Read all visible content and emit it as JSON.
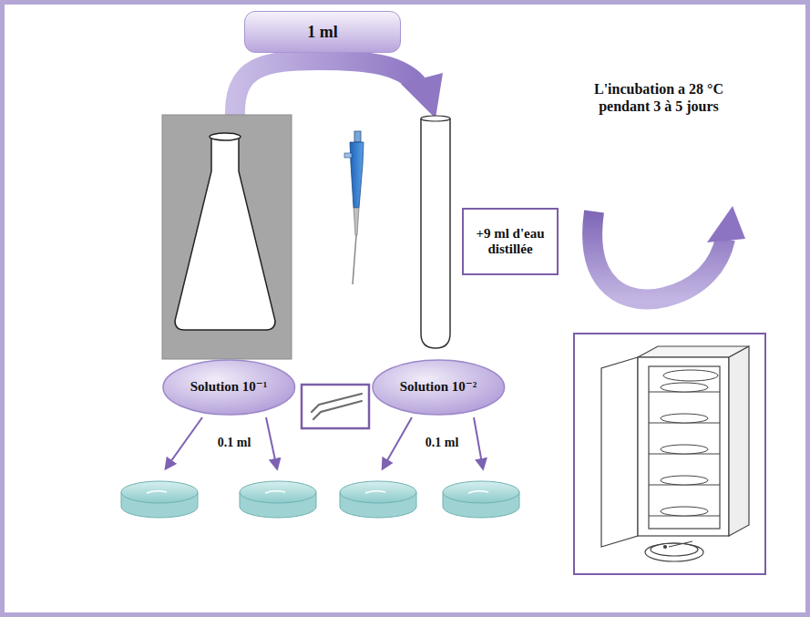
{
  "diagram": {
    "nodes": [
      {
        "text": [
          "1 ml"
        ]
      },
      {
        "text": [
          "+9 ml d'eau distillée"
        ]
      },
      {
        "text": [
          "Solution 10⁻¹"
        ]
      },
      {
        "text": [
          "Solution 10⁻²"
        ]
      }
    ],
    "labels": [
      "0.1 ml",
      "0.1 ml",
      "L'incubation a 28 °C pendant 3 à 5 jours"
    ]
  }
}
